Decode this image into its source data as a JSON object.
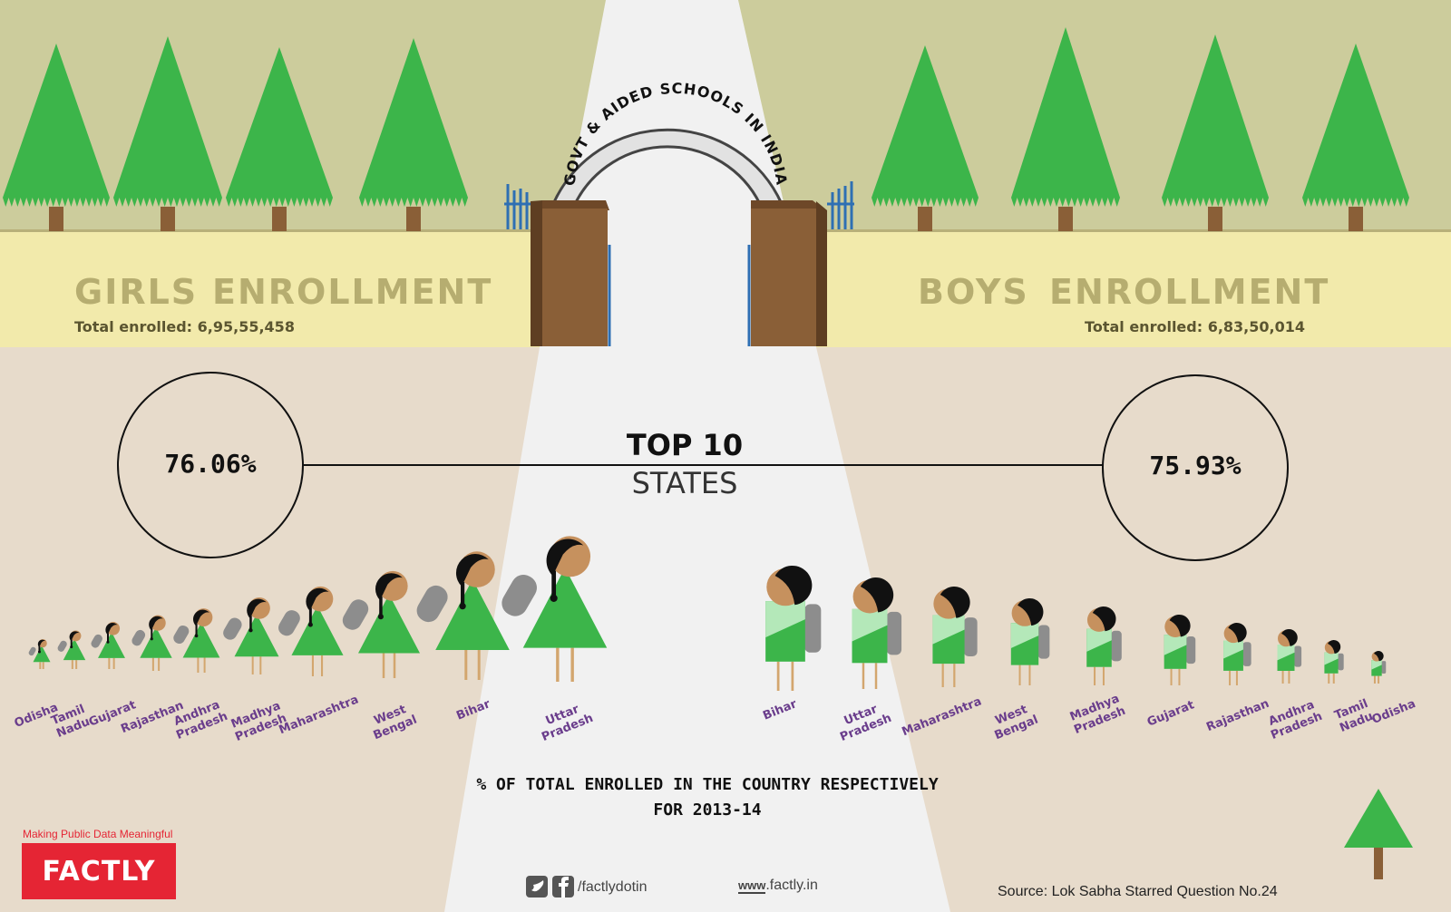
{
  "arch_text": "GOVT & AIDED SCHOOLS IN INDIA",
  "girls": {
    "title_1": "GIRLS",
    "title_2": "ENROLLMENT",
    "total": "Total enrolled: 6,95,55,458",
    "percent": "76.06%"
  },
  "boys": {
    "title_1": "BOYS",
    "title_2": "ENROLLMENT",
    "total": "Total enrolled: 6,83,50,014",
    "percent": "75.93%"
  },
  "center": {
    "top": "TOP 10",
    "states": "STATES"
  },
  "girls_states": [
    "Odisha",
    "Tamil Nadu",
    "Gujarat",
    "Rajasthan",
    "Andhra Pradesh",
    "Madhya Pradesh",
    "Maharashtra",
    "West Bengal",
    "Bihar",
    "Uttar Pradesh"
  ],
  "boys_states": [
    "Bihar",
    "Uttar Pradesh",
    "Maharashtra",
    "West Bengal",
    "Madhya Pradesh",
    "Gujarat",
    "Rajasthan",
    "Andhra Pradesh",
    "Tamil Nadu",
    "Odisha"
  ],
  "note": {
    "line1": "% OF TOTAL ENROLLED IN THE COUNTRY RESPECTIVELY",
    "line2": "FOR 2013-14"
  },
  "footer": {
    "tagline": "Making Public Data Meaningful",
    "logo": "FACTLY",
    "social": "/factlydotin",
    "www": "www",
    "site": ".factly.in",
    "source": "Source: Lok Sabha Starred Question No.24"
  },
  "colors": {
    "sky": "#cccc9c",
    "wall": "#f2eaab",
    "ground": "#e7dbcb",
    "path": "#f1f1f1",
    "tree": "#3cb54a",
    "trunk": "#8a5f37",
    "pillar": "#8a5f37",
    "label": "#6a3d8c",
    "logo_bg": "#e52534"
  },
  "icons": [
    "tree-icon",
    "gate-icon",
    "girl-icon",
    "boy-icon",
    "twitter-icon",
    "facebook-icon"
  ]
}
